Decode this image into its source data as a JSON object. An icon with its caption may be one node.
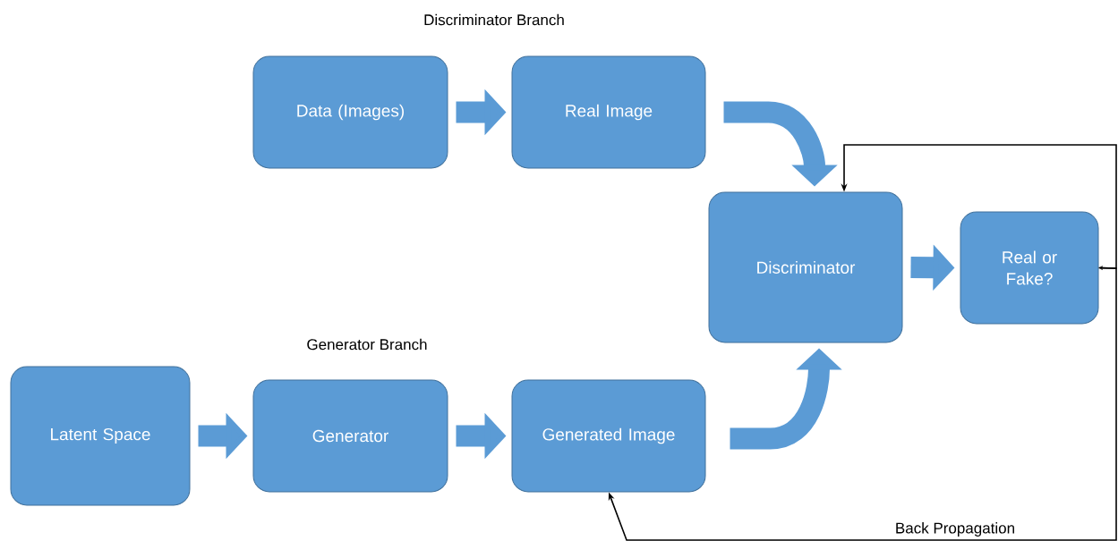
{
  "diagram": {
    "nodes": [
      {
        "text": [
          "Data (Images)"
        ]
      },
      {
        "text": [
          "Real Image"
        ]
      },
      {
        "text": [
          "Discriminator"
        ]
      },
      {
        "text": [
          "Real or Fake?"
        ]
      },
      {
        "text": [
          "Latent Space"
        ]
      },
      {
        "text": [
          "Generator"
        ]
      },
      {
        "text": [
          "Generated Image"
        ]
      }
    ],
    "edges": [
      {
        "from": 0,
        "to": 1,
        "arrow": "to"
      },
      {
        "from": 1,
        "to": 2,
        "arrow": "to"
      },
      {
        "from": 4,
        "to": 5,
        "arrow": "to"
      },
      {
        "from": 5,
        "to": 6,
        "arrow": "to"
      },
      {
        "from": 6,
        "to": 2,
        "arrow": "to"
      },
      {
        "from": 2,
        "to": 3,
        "arrow": "to"
      },
      {
        "from": 3,
        "to": 2,
        "arrow": "both",
        "color": "#000000"
      },
      {
        "from": 3,
        "to": 6,
        "arrow": "to",
        "color": "#000000"
      }
    ],
    "labels": [
      "Discriminator Branch",
      "Generator Branch",
      "Back Propagation"
    ]
  }
}
